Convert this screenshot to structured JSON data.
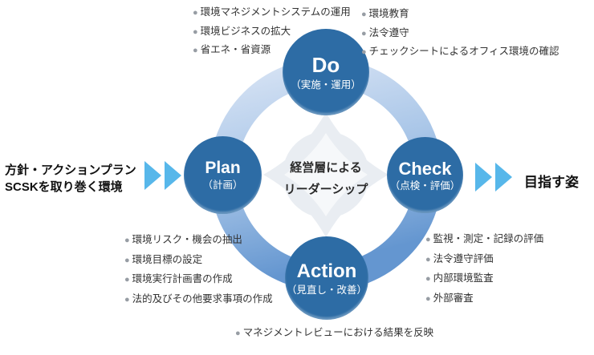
{
  "nodes": {
    "do": {
      "en": "Do",
      "ja": "（実施・運用）"
    },
    "plan": {
      "en": "Plan",
      "ja": "（計画）"
    },
    "check": {
      "en": "Check",
      "ja": "（点検・評価）"
    },
    "action": {
      "en": "Action",
      "ja": "（見直し・改善）"
    }
  },
  "center": {
    "line1": "経営層による",
    "line2": "リーダーシップ"
  },
  "labels": {
    "left_line1": "方針・アクションプラン",
    "left_line2": "SCSKを取り巻く環境",
    "right": "目指す姿"
  },
  "lists": {
    "top_left": {
      "items": [
        "環境マネジメントシステムの運用",
        "環境ビジネスの拡大",
        "省エネ・省資源"
      ]
    },
    "top_right": {
      "items": [
        "環境教育",
        "法令遵守",
        "チェックシートによるオフィス環境の確認"
      ]
    },
    "bottom_left": {
      "items": [
        "環境リスク・機会の抽出",
        "環境目標の設定",
        "環境実行計画書の作成",
        "法的及びその他要求事項の作成"
      ]
    },
    "bottom_right": {
      "items": [
        "監視・測定・記録の評価",
        "法令遵守評価",
        "内部環境監査",
        "外部審査"
      ]
    },
    "bottom_center": {
      "items": [
        "マネジメントレビューにおける結果を反映"
      ]
    }
  },
  "icons": {
    "bullet": "●",
    "arrow": "right-triangle"
  },
  "colors": {
    "node_blue": "#2d6ca5",
    "ring_light": "#d7e3f4",
    "ring_dark": "#6496d0",
    "arrow_blue": "#57b7ea",
    "compass_gray": "#e9edf2",
    "bullet_gray": "#979da4",
    "text_dark": "#333333"
  }
}
